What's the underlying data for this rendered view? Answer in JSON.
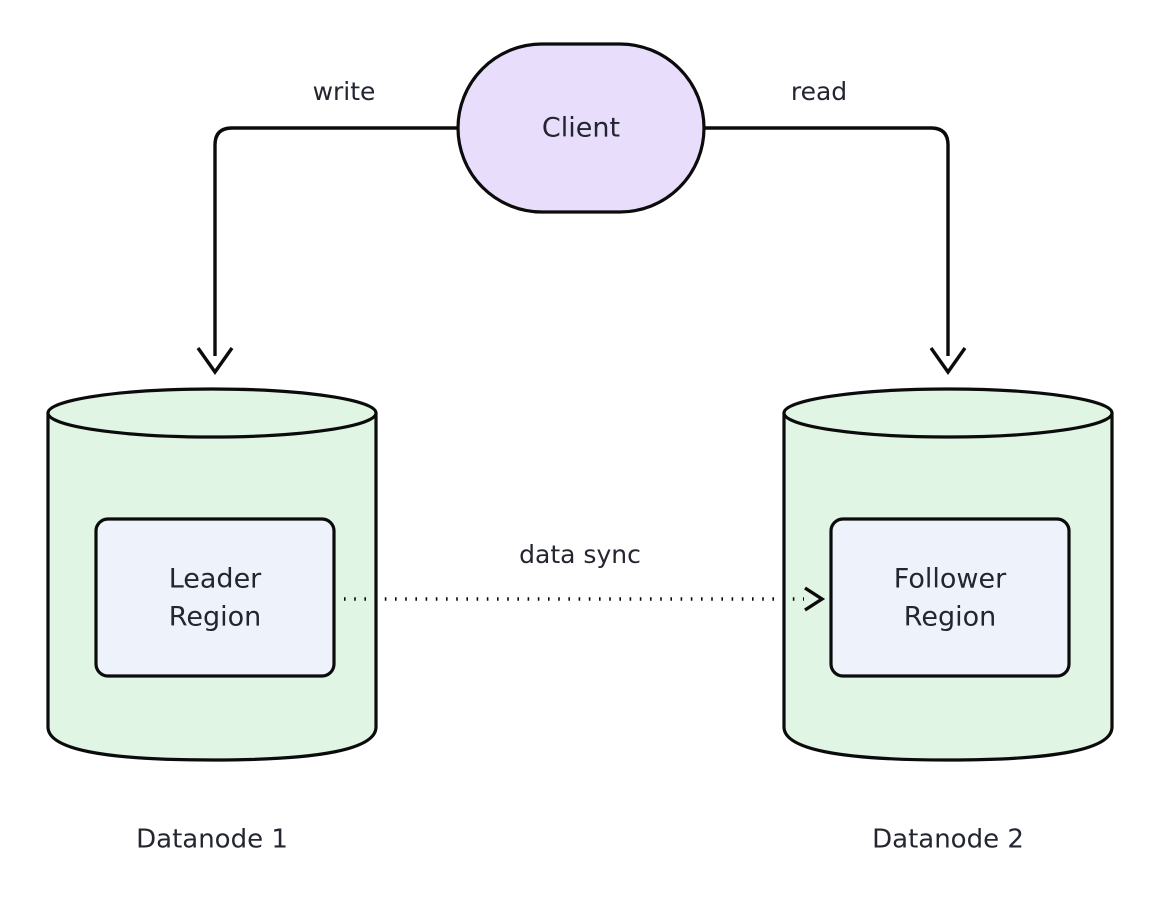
{
  "diagram": {
    "type": "architecture-flow",
    "background": "#ffffff",
    "stroke_color": "#0b0b0b",
    "text_color": "#232530",
    "nodes": [
      {
        "id": "client",
        "label": "Client",
        "shape": "stadium",
        "fill": "#e8ddfb"
      },
      {
        "id": "datanode1",
        "label": "Datanode 1",
        "shape": "cylinder",
        "fill": "#e0f5e3",
        "inner": {
          "id": "leader-region",
          "line1": "Leader",
          "line2": "Region",
          "fill": "#eef2fb"
        }
      },
      {
        "id": "datanode2",
        "label": "Datanode 2",
        "shape": "cylinder",
        "fill": "#e0f5e3",
        "inner": {
          "id": "follower-region",
          "line1": "Follower",
          "line2": "Region",
          "fill": "#eef2fb"
        }
      }
    ],
    "edges": [
      {
        "id": "client-to-datanode1",
        "label": "write",
        "from": "client",
        "to": "datanode1",
        "style": "solid",
        "arrow": "open"
      },
      {
        "id": "client-to-datanode2",
        "label": "read",
        "from": "client",
        "to": "datanode2",
        "style": "solid",
        "arrow": "open"
      },
      {
        "id": "leader-to-follower",
        "label": "data sync",
        "from": "leader-region",
        "to": "follower-region",
        "style": "dotted",
        "arrow": "open"
      }
    ]
  }
}
